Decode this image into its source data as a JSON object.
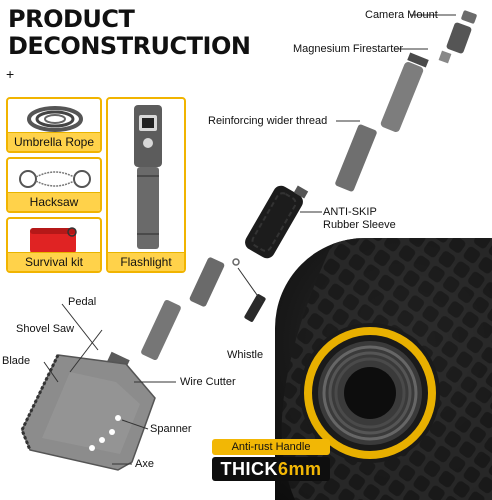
{
  "headline": {
    "line1": "PRODUCT",
    "line2": "DECONSTRUCTION",
    "plus": "+"
  },
  "accessories": [
    {
      "label": "Umbrella Rope",
      "icon": "rope-icon"
    },
    {
      "label": "Hacksaw",
      "icon": "hacksaw-icon"
    },
    {
      "label": "Survival kit",
      "icon": "survival-kit-icon"
    },
    {
      "label": "Flashlight",
      "icon": "flashlight-icon"
    }
  ],
  "callouts": {
    "camera_mount": "Camera Mount",
    "firestarter": "Magnesium Firestarter",
    "thread": "Reinforcing wider thread",
    "antiskip_1": "ANTI-SKIP",
    "antiskip_2": "Rubber Sleeve",
    "whistle": "Whistle",
    "pedal": "Pedal",
    "shovel_saw": "Shovel Saw",
    "blade": "Blade",
    "wire_cutter": "Wire Cutter",
    "spanner": "Spanner",
    "axe": "Axe"
  },
  "badge": {
    "text": "Anti-rust Handle",
    "thick_word": "THICK",
    "thick_value": "6mm"
  },
  "colors": {
    "accent": "#f2b705",
    "card_border": "#f1b400",
    "metal": "#7a7a7a",
    "dark": "#111111"
  }
}
